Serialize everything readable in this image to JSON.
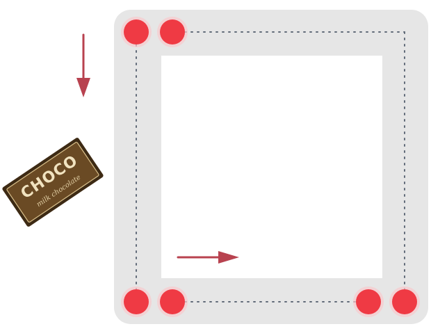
{
  "candy": {
    "label": "CHOCO",
    "sublabel": "milk chocolate"
  },
  "colors": {
    "track": "#e6e6e6",
    "inner": "#ffffff",
    "dot": "#ef3a44",
    "dot_halo": "#f8c9cc",
    "arrow": "#b8424f",
    "path_line": "#606a78",
    "wrapper_dark": "#3d2a14",
    "wrapper_mid": "#6a4a24",
    "wrapper_text": "#f1e3c0"
  },
  "markers": {
    "count": 6
  }
}
